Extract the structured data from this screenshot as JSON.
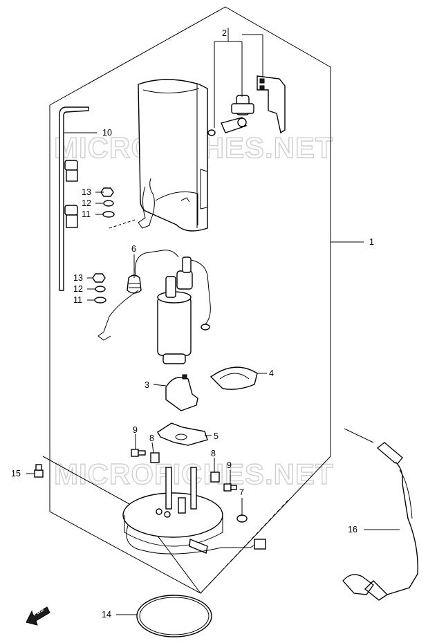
{
  "watermark": {
    "text_upper": "MICROFICHES.NET",
    "text_lower": "MICROFICHES.NET"
  },
  "fwd_arrow": {
    "text": "FWD"
  },
  "callouts": {
    "c1": "1",
    "c2": "2",
    "c3": "3",
    "c4": "4",
    "c5": "5",
    "c6": "6",
    "c7": "7",
    "c8a": "8",
    "c8b": "8",
    "c9a": "9",
    "c9b": "9",
    "c10": "10",
    "c11a": "11",
    "c11b": "11",
    "c12a": "12",
    "c12b": "12",
    "c13a": "13",
    "c13b": "13",
    "c14": "14",
    "c15": "15",
    "c16": "16"
  },
  "colors": {
    "line": "#000000",
    "watermark": "#cfcfcf",
    "background": "#ffffff"
  }
}
